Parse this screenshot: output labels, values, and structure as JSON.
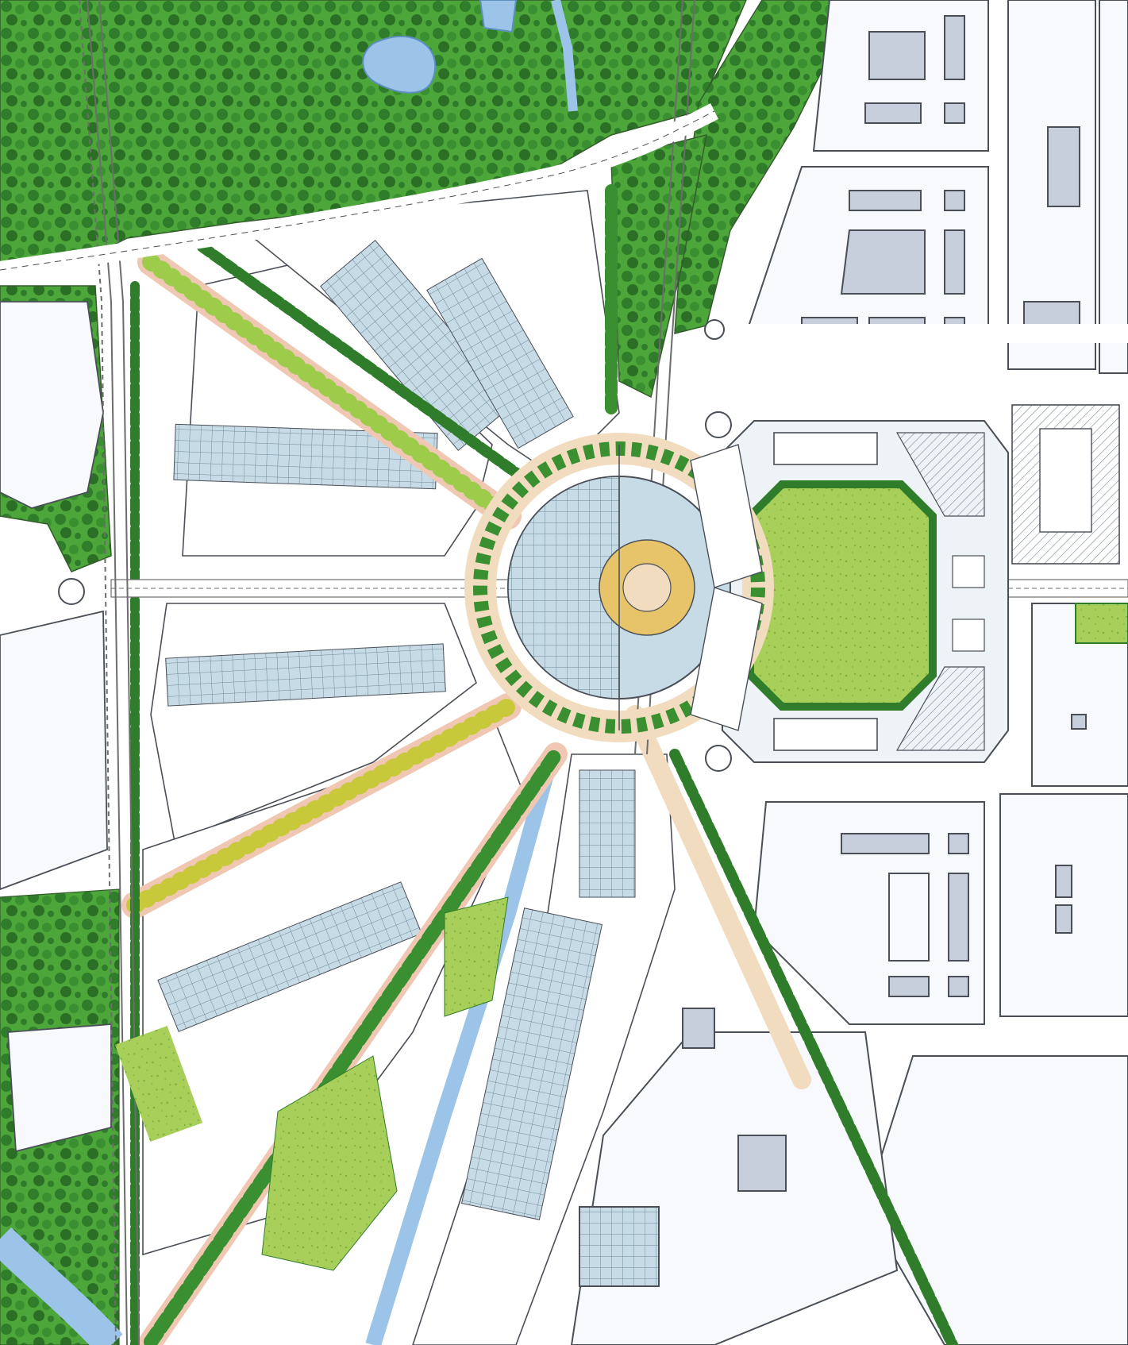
{
  "map": {
    "title": "",
    "colors": {
      "background": "#ffffff",
      "building_fill": "#f7f9fc",
      "building_shade": "#c7cfdc",
      "building_stroke": "#4a4f57",
      "green_dark": "#2f7d2b",
      "green_mid": "#4ca63a",
      "green_light": "#9ccc4a",
      "lawn": "#a8cf5a",
      "tree_yellow": "#c8c93a",
      "water": "#9cc4e8",
      "water_edge": "#5e8fc2",
      "path_beige": "#f1dcc0",
      "path_pink": "#f0c7b3",
      "glass": "#c7dbe6",
      "railway": "#6d6d6d",
      "plaza_ochre": "#e7c36a"
    },
    "features": [
      {
        "name": "park-forest",
        "type": "park"
      },
      {
        "name": "pond-north",
        "type": "water"
      },
      {
        "name": "canal-south",
        "type": "water"
      },
      {
        "name": "river-southwest",
        "type": "water"
      },
      {
        "name": "central-circular-plaza",
        "type": "plaza"
      },
      {
        "name": "octagonal-stadium-lawn",
        "type": "lawn"
      },
      {
        "name": "radial-boulevards",
        "type": "tree-lined-avenue"
      },
      {
        "name": "railway-line",
        "type": "rail"
      },
      {
        "name": "city-blocks-east",
        "type": "buildings"
      },
      {
        "name": "district-blocks-west",
        "type": "buildings"
      }
    ]
  }
}
